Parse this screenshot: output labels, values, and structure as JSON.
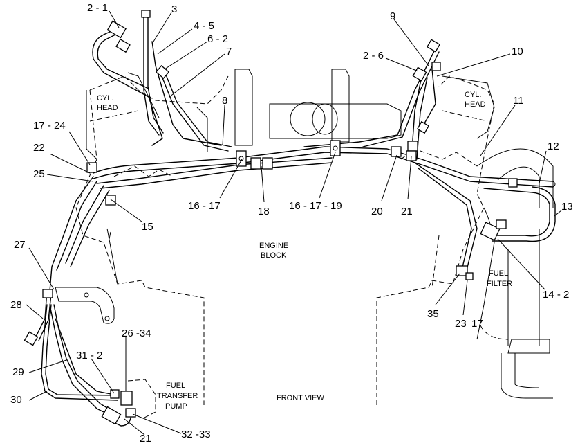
{
  "areas": {
    "cyl_head_left": [
      "CYL.",
      "HEAD"
    ],
    "cyl_head_right": [
      "CYL.",
      "HEAD"
    ],
    "engine_block": [
      "ENGINE",
      "BLOCK"
    ],
    "fuel_filter": [
      "FUEL",
      "FILTER"
    ],
    "fuel_transfer_pump": [
      "FUEL",
      "TRANSFER",
      "PUMP"
    ],
    "front_view": "FRONT VIEW"
  },
  "callouts": [
    {
      "id": "c1",
      "text": "2 - 1"
    },
    {
      "id": "c2",
      "text": "3"
    },
    {
      "id": "c3",
      "text": "4 - 5"
    },
    {
      "id": "c4",
      "text": "6 - 2"
    },
    {
      "id": "c5",
      "text": "7"
    },
    {
      "id": "c6",
      "text": "8"
    },
    {
      "id": "c7",
      "text": "9"
    },
    {
      "id": "c8",
      "text": "2 - 6"
    },
    {
      "id": "c9",
      "text": "10"
    },
    {
      "id": "c10",
      "text": "11"
    },
    {
      "id": "c11",
      "text": "12"
    },
    {
      "id": "c12",
      "text": "13"
    },
    {
      "id": "c13",
      "text": "14 - 2"
    },
    {
      "id": "c14",
      "text": "17 - 24"
    },
    {
      "id": "c15",
      "text": "22"
    },
    {
      "id": "c16",
      "text": "25"
    },
    {
      "id": "c17",
      "text": "15"
    },
    {
      "id": "c18",
      "text": "16 - 17"
    },
    {
      "id": "c19",
      "text": "18"
    },
    {
      "id": "c20",
      "text": "16 - 17 - 19"
    },
    {
      "id": "c21",
      "text": "20"
    },
    {
      "id": "c22",
      "text": "21"
    },
    {
      "id": "c23",
      "text": "27"
    },
    {
      "id": "c24",
      "text": "28"
    },
    {
      "id": "c25",
      "text": "29"
    },
    {
      "id": "c26",
      "text": "30"
    },
    {
      "id": "c27",
      "text": "31 - 2"
    },
    {
      "id": "c28",
      "text": "26 -34"
    },
    {
      "id": "c29",
      "text": "21"
    },
    {
      "id": "c30",
      "text": "32 -33"
    },
    {
      "id": "c31",
      "text": "35"
    },
    {
      "id": "c32",
      "text": "23"
    },
    {
      "id": "c33",
      "text": "17"
    }
  ]
}
